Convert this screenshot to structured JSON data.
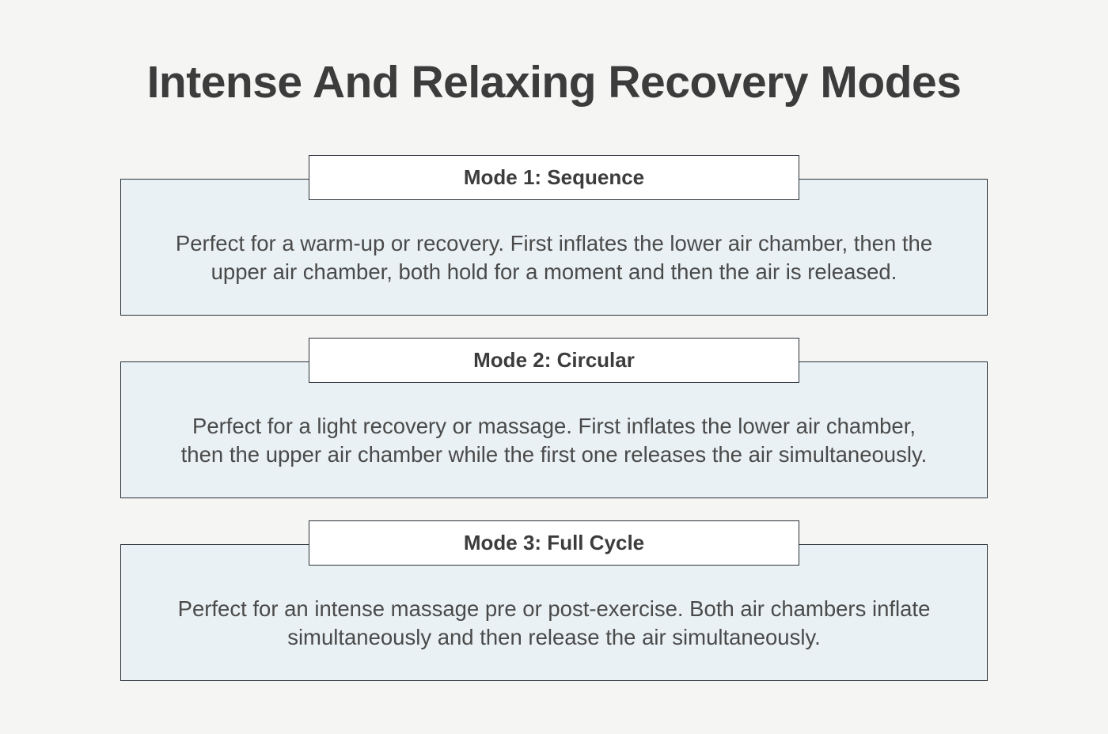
{
  "page": {
    "title": "Intense And Relaxing Recovery Modes",
    "background_color": "#f5f5f4",
    "title_color": "#3c3c3c"
  },
  "style": {
    "card_body_fill": "#e9f1f4",
    "card_header_fill": "#ffffff",
    "border_color": "#2b3238",
    "body_text_color": "#4a4a4a"
  },
  "cards": [
    {
      "header": "Mode 1: Sequence",
      "body": "Perfect for a warm-up or recovery. First inflates the lower air chamber, then the upper air chamber, both hold for a moment and then the air is released."
    },
    {
      "header": "Mode 2: Circular",
      "body": "Perfect for a light recovery or massage. First inflates the lower air chamber, then the upper air chamber while the first one releases the air simultaneously."
    },
    {
      "header": "Mode 3: Full Cycle",
      "body": "Perfect for an intense massage pre or post-exercise. Both air chambers inflate simultaneously and then release the air simultaneously."
    }
  ]
}
